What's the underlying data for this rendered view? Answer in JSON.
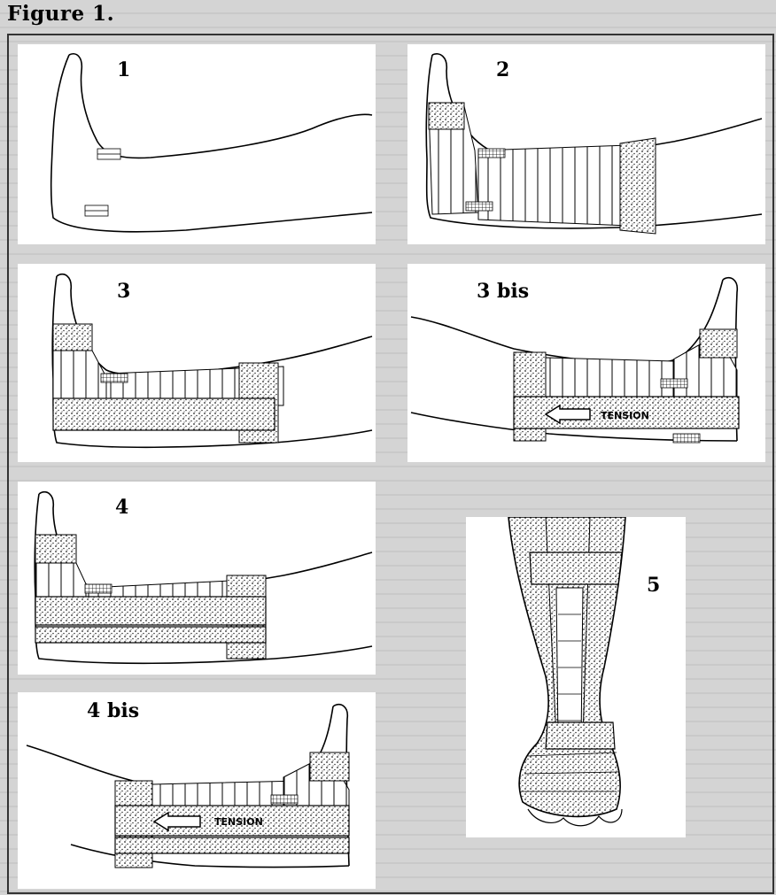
{
  "figure_title": "Figure 1.",
  "panels": {
    "p1": {
      "label": "1"
    },
    "p2": {
      "label": "2"
    },
    "p3": {
      "label": "3"
    },
    "p3bis": {
      "label": "3 bis",
      "arrow_text": "TENSION"
    },
    "p4": {
      "label": "4"
    },
    "p4bis": {
      "label": "4 bis",
      "arrow_text": "TENSION"
    },
    "p5": {
      "label": "5"
    }
  },
  "colors": {
    "ink": "#000000",
    "paper": "#ffffff",
    "background": "#cfcfcf"
  }
}
